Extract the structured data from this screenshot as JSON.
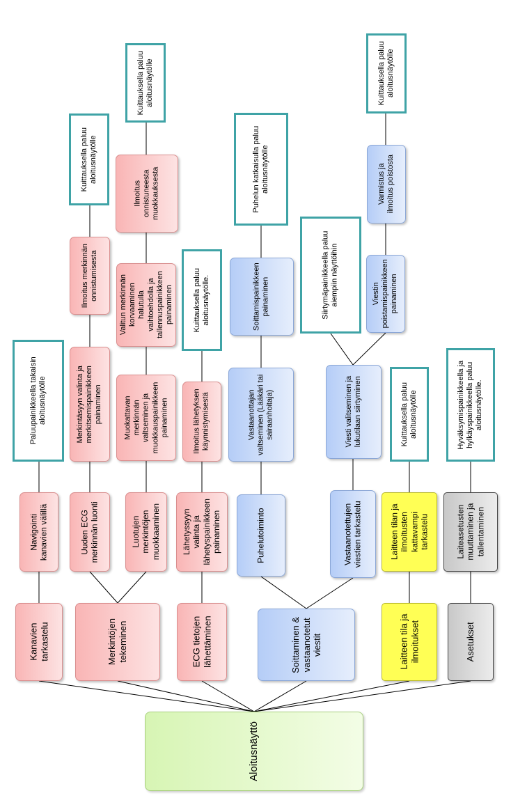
{
  "root": {
    "label": "Aloitusnäyttö"
  },
  "level1": {
    "kanavien": "Kanavien\ntarkastelu",
    "merkinnat": "Merkintöjen\ntekeminen",
    "ecg": "ECG tietojen\nlähettäminen",
    "soittaminen": "Soittaminen &\nvastaanotetut\nviestit",
    "laitteen": "Laitteen tila ja\nilmoitukset",
    "asetukset": "Asetukset"
  },
  "nodes": {
    "navigointi": "Navigointi\nkanavien välillä",
    "paluupainike": "Paluupainikkeella takaisin\naloitusnäytölle",
    "uuden_ecg": "Uuden ECG\nmerkinnän luonti",
    "merkintasyyn": "Merkintäsyyn valinta ja\nmerkitsemispainikkeen\npainaminen",
    "ilmoitus_merkinnan": "Ilmoitus merkinnän\nonnistumisesta",
    "kuittaus_a": "Kuittauksella paluu\naloitusnäytölle",
    "luotujen": "Luotujen\nmerkintöjen\nmuokkaaminen",
    "muokattavan": "Muokattavan\nmerkinnän\nvaltseminen ja\nmuokkauspainikkeen\npainaminen",
    "valitun": "Valitun merkinnän\nkorvaaminen\nhalutulla\nvaihtoehdolla ja\ntallennuspainikkeen\npainaminen",
    "ilmoitus_onnistuneesta": "Ilmoitus\nonnistuneesta\nmuokkauksesta",
    "kuittaus_b": "Kuittauksella paluu\naloitusnäytölle",
    "lahetyssyyn": "Lähetyssyyn\nvalinta ja\nlähetyspainikkeen\npainaminen",
    "ilmoitus_lahetyksen": "Ilmoitus lähetyksen\nkäynnistymisestä",
    "kuittaus_c": "Kuittauksella paluu\naloitusnäytölle.",
    "puhelutoiminto": "Puhelutoiminto",
    "vastaanottajan": "Vastaanottajan\nvaltseminen (Lääkäri tai\nsairaanhoitaja)",
    "soittamispainikkeen": "Soittamispainikkeen\npainaminen",
    "puhelun_katkaisulla": "Puhelun katkaisulla paluu\naloitusnäytölle",
    "vastaanotettujen": "Vastaanotettujen\nviestien tarkastelu",
    "viesti_valitseminen": "Viesti valitseminen ja\nlukutilaan siirtyminen",
    "siirtymapainikkeella": "Siirtymäpainikkeella paluu\naiempiin näyttöihin",
    "viestin_poisto": "Viestin\npoistamispainikkeen\npainaminen",
    "varmistus": "Varmistus ja\nilmoitus poistosta",
    "kuittaus_d": "Kuittauksella paluu\naloitusnäytölle",
    "laitteen_tilan": "Laitteen tilan ja\nilmoitusten\nkattavampi\ntarkastelu",
    "kuittaus_e": "Kuittauksella paluu\naloitusnäytölle",
    "laiteasetusten": "Laiteasetusten\nmuuttaminen ja\ntallentaminen",
    "hyvaksymis": "Hyväksymispainikkeella ja\nhylkäyspainikkeella paluu\naloitusnäytölle."
  },
  "colors": {
    "red": "#f9b5b5",
    "blue": "#b5cdf7",
    "yellow": "#ffff55",
    "gray": "#c8c8c8",
    "green": "#d7f5b4",
    "teal_border": "#3fa3a6"
  }
}
